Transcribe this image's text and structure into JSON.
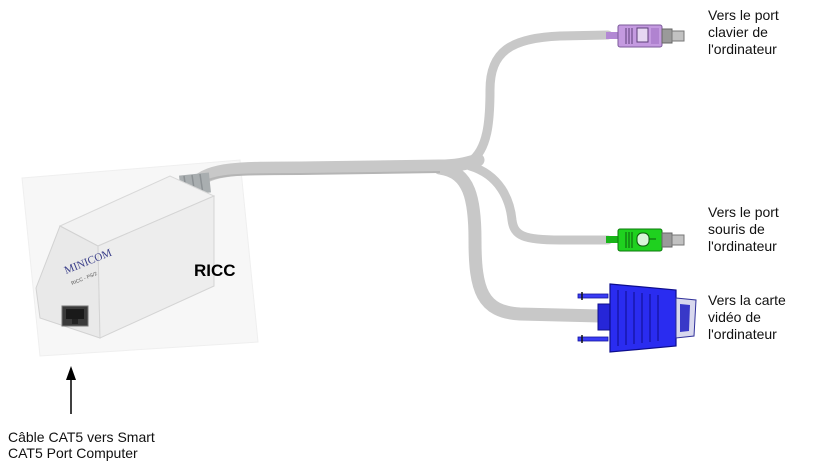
{
  "device": {
    "name_label": "RICC",
    "brand_logo": "MINICOM",
    "model_text": "RICC - PS/2"
  },
  "connectors": {
    "keyboard": {
      "line1": "Vers le port",
      "line2": "clavier de",
      "line3": "l'ordinateur",
      "color": "#c49ae0"
    },
    "mouse": {
      "line1": "Vers le port",
      "line2": "souris de",
      "line3": "l'ordinateur",
      "color": "#1fd11f"
    },
    "video": {
      "line1": "Vers la carte",
      "line2": "vidéo de",
      "line3": "l'ordinateur",
      "color": "#2a2cf0"
    }
  },
  "cat5_note": {
    "line1": "Câble CAT5 vers Smart",
    "line2": "CAT5 Port  Computer"
  },
  "colors": {
    "cable": "#c8c8c8",
    "device_body": "#ececec",
    "background": "#ffffff"
  }
}
